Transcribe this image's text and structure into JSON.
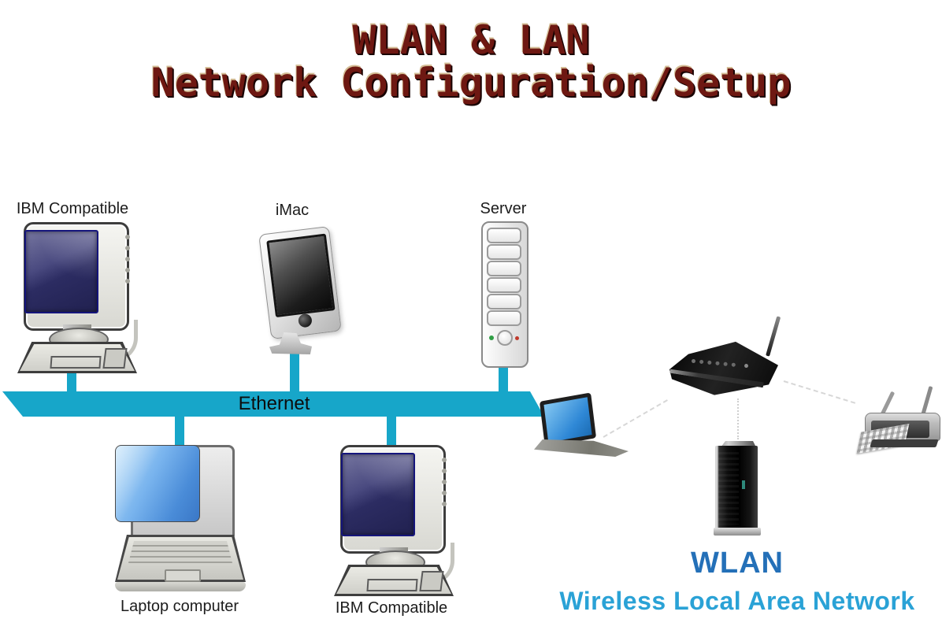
{
  "title": {
    "line1": "WLAN & LAN",
    "line2": "Network Configuration/Setup"
  },
  "lan": {
    "bus_label": "Ethernet",
    "devices": [
      {
        "id": "ibm-compatible-top",
        "label": "IBM Compatible",
        "icon": "desktop-computer-icon"
      },
      {
        "id": "imac",
        "label": "iMac",
        "icon": "imac-icon"
      },
      {
        "id": "server",
        "label": "Server",
        "icon": "server-tower-icon"
      },
      {
        "id": "laptop",
        "label": "Laptop computer",
        "icon": "laptop-icon"
      },
      {
        "id": "ibm-compatible-bottom",
        "label": "IBM Compatible",
        "icon": "desktop-computer-icon"
      }
    ]
  },
  "wlan": {
    "heading": "WLAN",
    "subheading": "Wireless Local Area Network",
    "devices": [
      {
        "id": "wireless-laptop",
        "icon": "wireless-laptop-icon"
      },
      {
        "id": "wireless-router",
        "icon": "router-icon"
      },
      {
        "id": "tower-server",
        "icon": "tower-server-icon"
      },
      {
        "id": "printer",
        "icon": "printer-icon"
      }
    ]
  },
  "colors": {
    "ethernet_bus": "#17a6c9",
    "title_text": "#6e1812",
    "wlan_heading": "#2470b8",
    "wlan_subheading": "#2aa2d6",
    "crt_screen": "#2c2c62",
    "laptop_screen": "#4a8cd8"
  }
}
